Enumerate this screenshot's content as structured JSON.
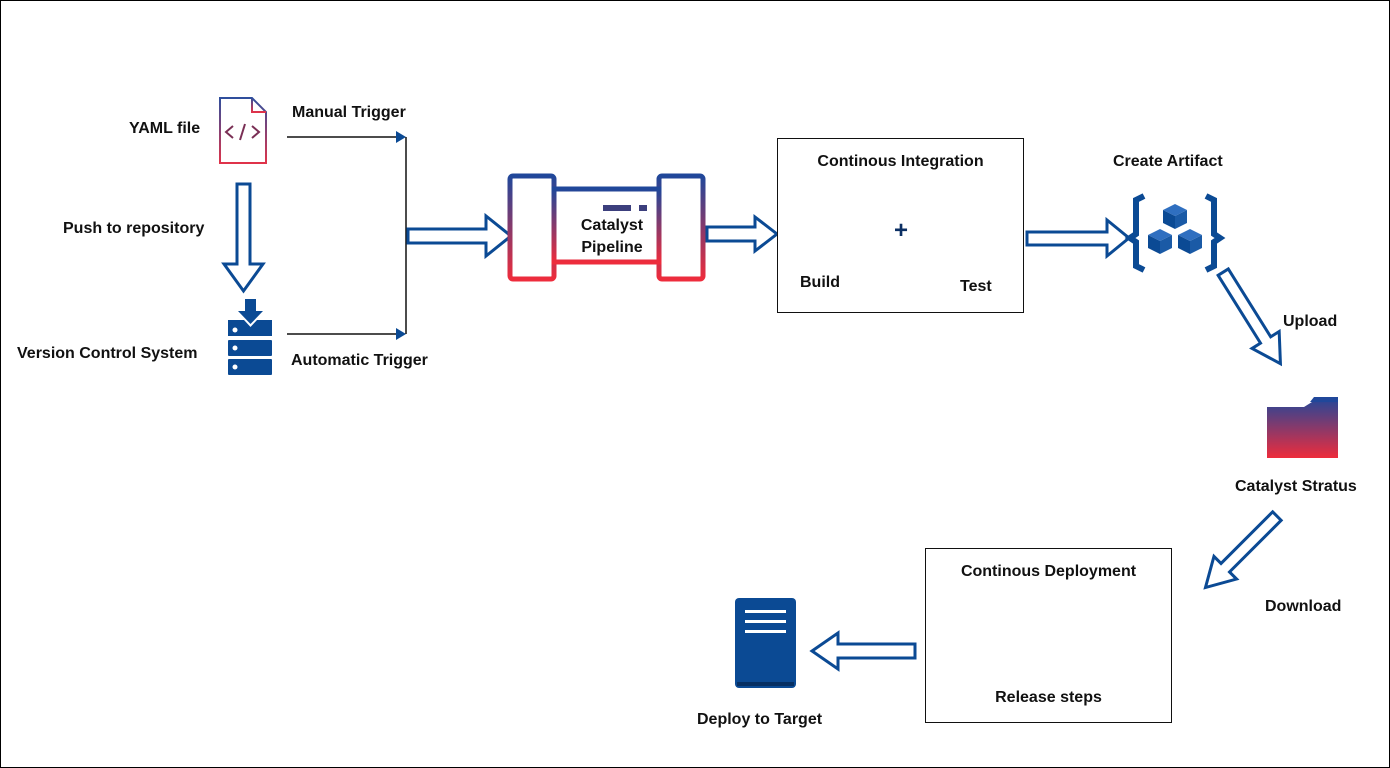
{
  "diagram": {
    "labels": {
      "yaml_file": "YAML file",
      "manual_trigger": "Manual Trigger",
      "push_to_repository": "Push to repository",
      "version_control_system": "Version Control System",
      "automatic_trigger": "Automatic Trigger",
      "catalyst_pipeline_line1": "Catalyst",
      "catalyst_pipeline_line2": "Pipeline",
      "create_artifact": "Create Artifact",
      "upload": "Upload",
      "catalyst_stratus": "Catalyst Stratus",
      "download": "Download",
      "deploy_to_target": "Deploy to Target"
    },
    "ci_box": {
      "title": "Continous Integration",
      "build": "Build",
      "plus": "+",
      "test": "Test"
    },
    "cd_box": {
      "title": "Continous Deployment",
      "release_steps": "Release steps"
    },
    "icons": {
      "yaml": "code-file-icon",
      "vcs": "server-download-icon",
      "pipeline": "pipeline-icon",
      "build": "tools-icon",
      "test": "checklist-icon",
      "artifact": "cubes-bracket-icon",
      "stratus": "folder-icon",
      "release": "gear-checklist-icon",
      "target": "server-icon"
    },
    "colors": {
      "arrow": "#0b4a94",
      "icon_blue": "#0b4a94",
      "gradient_top": "#20479a",
      "gradient_bottom": "#ee2c3c"
    }
  }
}
